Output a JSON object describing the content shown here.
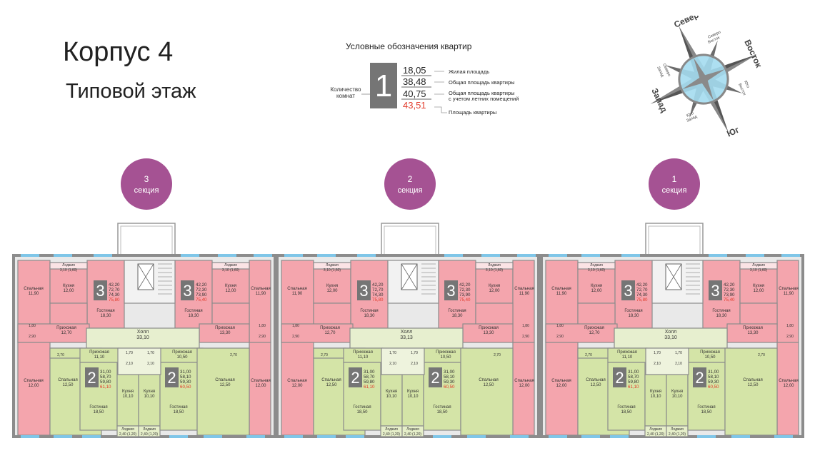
{
  "header": {
    "title": "Корпус 4",
    "subtitle": "Типовой этаж"
  },
  "legend": {
    "title": "Условные обозначения квартир",
    "rooms_caption": [
      "Количество",
      "комнат"
    ],
    "rooms": "1",
    "values": [
      {
        "value": "18,05",
        "label": "Жилая площадь"
      },
      {
        "value": "38,48",
        "label": "Общая площадь квартиры"
      },
      {
        "value": "40,75",
        "label": "Общая площадь квартиры",
        "label2": "с учетом летних помещений"
      },
      {
        "value": "43,51",
        "label": "Площадь квартиры"
      }
    ]
  },
  "compass": {
    "north": "Север",
    "east": "Восток",
    "south": "Юг",
    "west": "Запад",
    "ne": [
      "Северо",
      "Восток"
    ],
    "nw": [
      "Северо",
      "Запад"
    ],
    "se": [
      "Юго",
      "Восток"
    ],
    "sw": [
      "Юго",
      "Запад"
    ]
  },
  "colors": {
    "pink": "#f4a5ad",
    "green": "#d4e4a7",
    "hall": "#e7efcf",
    "wall": "#8c8c8c",
    "circle": "#a55293",
    "accent": "#e23b2b",
    "badge": "#757575",
    "window": "#7fc6e8"
  },
  "sections": [
    {
      "label": "3",
      "word": "секция"
    },
    {
      "label": "2",
      "word": "секция"
    },
    {
      "label": "1",
      "word": "секция"
    }
  ],
  "plan": {
    "hall": [
      "Холл",
      "33,10"
    ],
    "hall_mid": [
      "Холл",
      "33,13"
    ],
    "apt3_left": {
      "rooms": "3",
      "v": [
        "42,20",
        "72,70",
        "74,30"
      ],
      "total": "75,80"
    },
    "apt3_right": {
      "rooms": "3",
      "v": [
        "42,20",
        "72,30",
        "73,90"
      ],
      "total": "75,40"
    },
    "apt2_left": {
      "rooms": "2",
      "v": [
        "31,00",
        "58,70",
        "59,80"
      ],
      "total": "61,10"
    },
    "apt2_right": {
      "rooms": "2",
      "v": [
        "31,00",
        "58,10",
        "59,30"
      ],
      "total": "60,50"
    },
    "rooms": {
      "bed": [
        "Спальная",
        "11,90"
      ],
      "bed2": [
        "Спальная",
        "12,00"
      ],
      "bed3": [
        "Спальная",
        "12,50"
      ],
      "kitchen": [
        "Кухня",
        "12,00"
      ],
      "kitchen2": [
        "Кухня",
        "10,10"
      ],
      "living": [
        "Гостиная",
        "18,30"
      ],
      "living2": [
        "Гостиная",
        "18,50"
      ],
      "hallway": [
        "Прихожая",
        "12,70"
      ],
      "hallway2": [
        "Прихожая",
        "13,30"
      ],
      "hallway3": [
        "Прихожая",
        "11,10"
      ],
      "hallway4": [
        "Прихожая",
        "10,50"
      ],
      "loggia": [
        "Лоджия",
        "3,10 (1,60)"
      ],
      "loggia2": [
        "Лоджия",
        "2,40 (1,20)"
      ]
    },
    "small": [
      "1,80",
      "2,90",
      "2,70",
      "1,70",
      "2,10"
    ]
  }
}
